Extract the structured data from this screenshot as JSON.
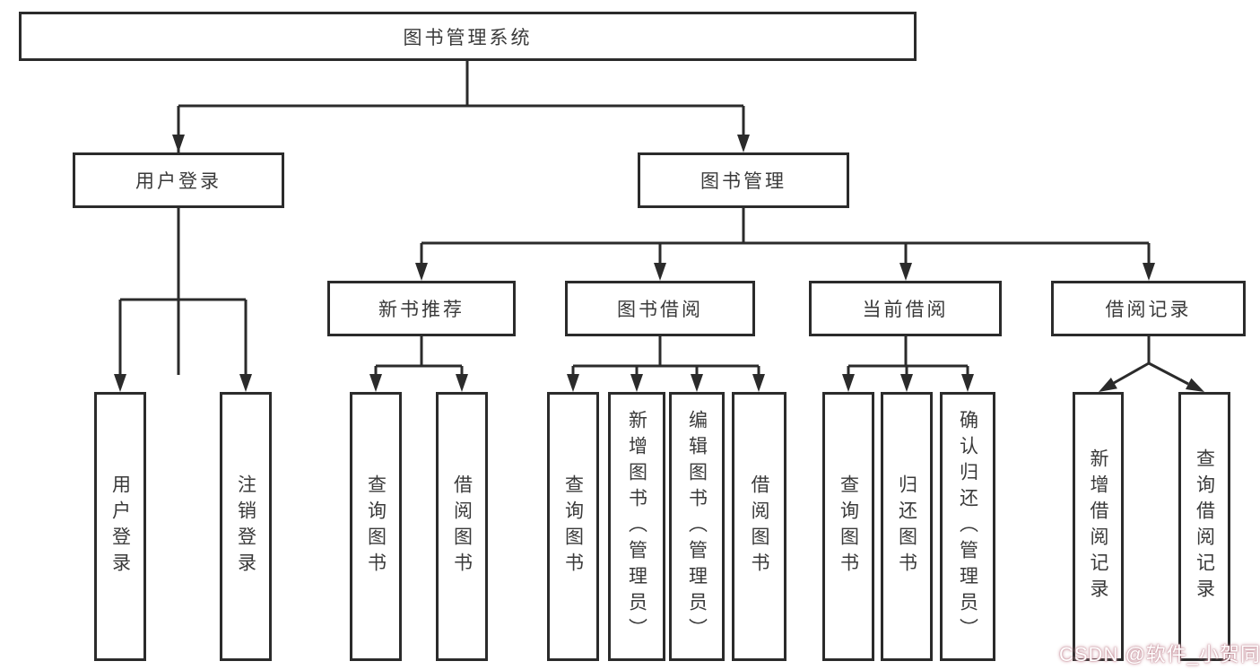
{
  "tree": {
    "root": {
      "label": "图书管理系统",
      "children": [
        {
          "label": "用户登录",
          "children": [
            {
              "label": "用户登录"
            },
            {
              "label": "注销登录"
            }
          ]
        },
        {
          "label": "图书管理",
          "children": [
            {
              "label": "新书推荐",
              "children": [
                {
                  "label": "查询图书"
                },
                {
                  "label": "借阅图书"
                }
              ]
            },
            {
              "label": "图书借阅",
              "children": [
                {
                  "label": "查询图书"
                },
                {
                  "label": "新增图书（管理员）"
                },
                {
                  "label": "编辑图书（管理员）"
                },
                {
                  "label": "借阅图书"
                }
              ]
            },
            {
              "label": "当前借阅",
              "children": [
                {
                  "label": "查询图书"
                },
                {
                  "label": "归还图书"
                },
                {
                  "label": "确认归还（管理员）"
                }
              ]
            },
            {
              "label": "借阅记录",
              "children": [
                {
                  "label": "新增借阅记录"
                },
                {
                  "label": "查询借阅记录"
                }
              ]
            }
          ]
        }
      ]
    }
  },
  "watermark": {
    "text": "CSDN @软件_小贺同学"
  },
  "colors": {
    "line": "#2b2b2b",
    "box_border": "#2b2b2b",
    "text": "#3a3a3a",
    "watermark_halo": "#c08894"
  }
}
